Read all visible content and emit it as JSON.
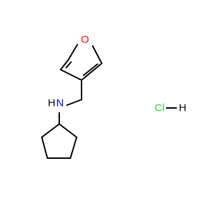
{
  "molecule": {
    "atoms": {
      "oxygen": {
        "symbol": "O",
        "color": "#ff0000"
      },
      "nitrogen": {
        "symbol": "N",
        "color": "#0000ff"
      },
      "hydrogen_on_n": {
        "symbol": "H",
        "color": "#000000"
      },
      "salt_chlorine": {
        "symbol": "Cl",
        "color": "#33cc33"
      },
      "salt_hydrogen": {
        "symbol": "H",
        "color": "#000000"
      }
    }
  }
}
